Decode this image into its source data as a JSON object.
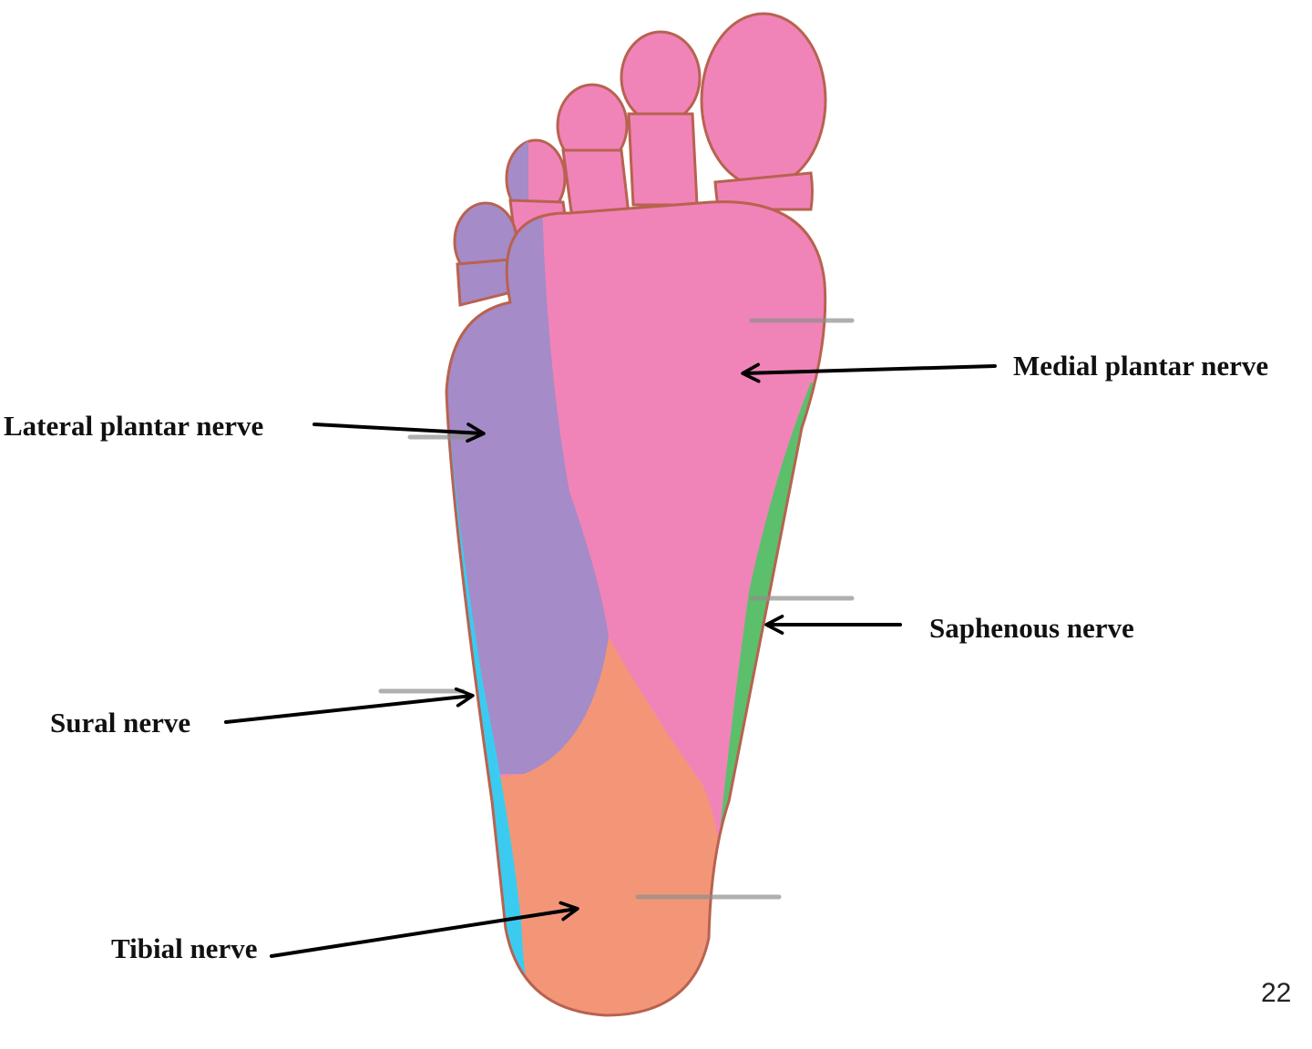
{
  "labels": {
    "medial_plantar": "Medial plantar nerve",
    "lateral_plantar": "Lateral plantar nerve",
    "saphenous": "Saphenous nerve",
    "sural": "Sural nerve",
    "tibial": "Tibial nerve"
  },
  "page_number": "22",
  "colors": {
    "medial_plantar": "#f084b8",
    "lateral_plantar": "#a58bc8",
    "saphenous": "#5cbf6b",
    "sural": "#3ccbf0",
    "tibial": "#f39677",
    "outline": "#b8624f"
  }
}
